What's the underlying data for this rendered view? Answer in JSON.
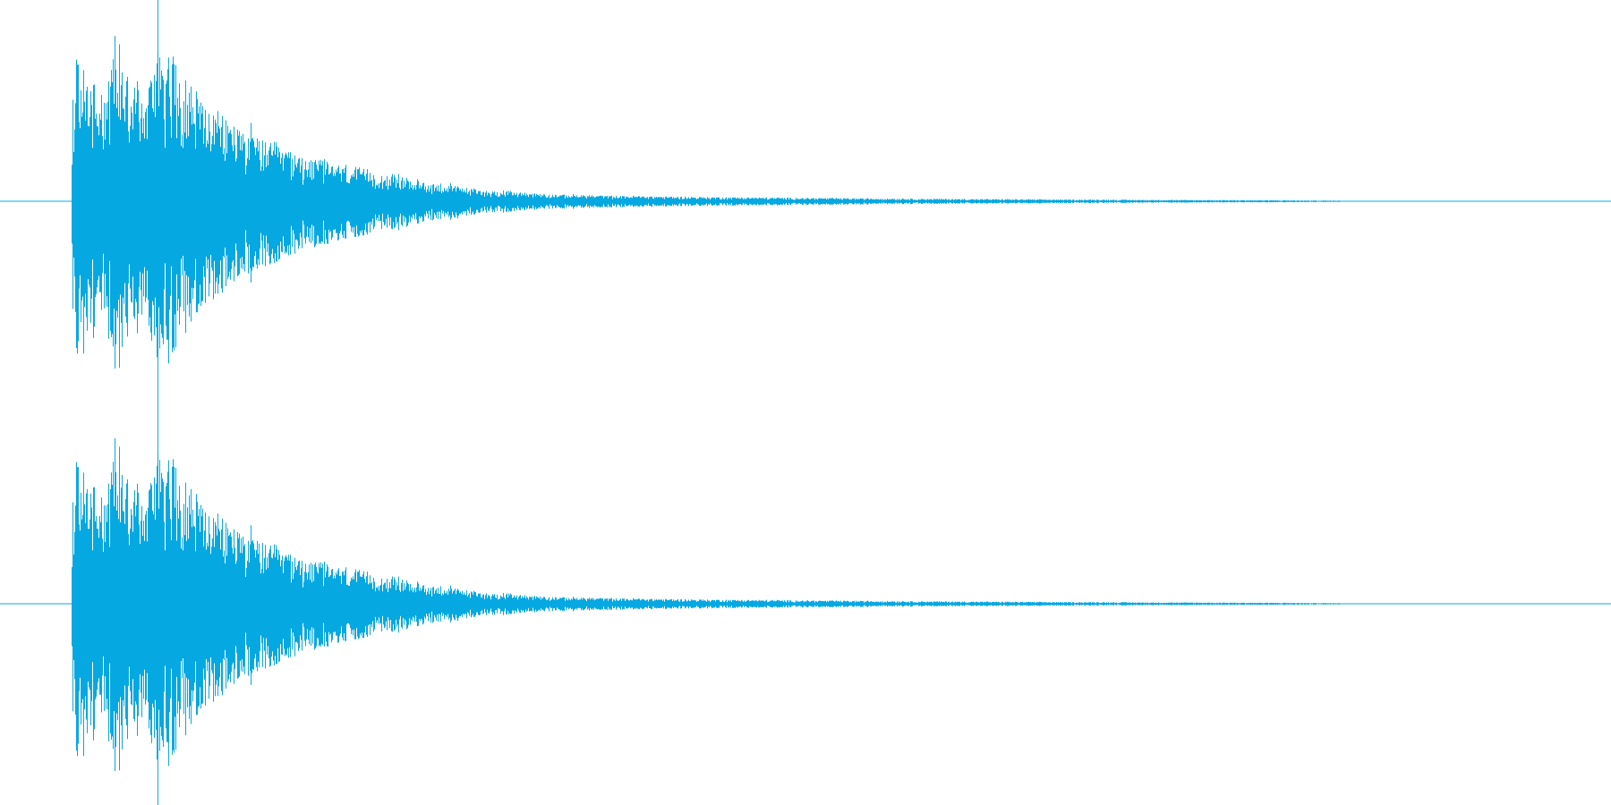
{
  "colors": {
    "background": "#ffffff",
    "waveform": "#06a8e2"
  },
  "chart_data": {
    "type": "area",
    "channels": [
      {
        "channel": 1
      },
      {
        "channel": 2
      }
    ],
    "ylim": [
      -1,
      1
    ],
    "xlim": [
      0,
      1
    ],
    "grid": false,
    "legend": "none",
    "playhead_position": 0.098,
    "envelope_points": [
      {
        "t": 0.0,
        "amp": 0.0
      },
      {
        "t": 0.044,
        "amp": 0.0
      },
      {
        "t": 0.045,
        "amp": 0.55
      },
      {
        "t": 0.048,
        "amp": 0.82
      },
      {
        "t": 0.055,
        "amp": 0.7
      },
      {
        "t": 0.065,
        "amp": 0.6
      },
      {
        "t": 0.072,
        "amp": 0.9
      },
      {
        "t": 0.08,
        "amp": 0.72
      },
      {
        "t": 0.09,
        "amp": 0.55
      },
      {
        "t": 0.098,
        "amp": 0.92
      },
      {
        "t": 0.11,
        "amp": 0.72
      },
      {
        "t": 0.13,
        "amp": 0.5
      },
      {
        "t": 0.16,
        "amp": 0.34
      },
      {
        "t": 0.19,
        "amp": 0.24
      },
      {
        "t": 0.22,
        "amp": 0.18
      },
      {
        "t": 0.26,
        "amp": 0.11
      },
      {
        "t": 0.3,
        "amp": 0.06
      },
      {
        "t": 0.35,
        "amp": 0.035
      },
      {
        "t": 0.42,
        "amp": 0.025
      },
      {
        "t": 0.5,
        "amp": 0.018
      },
      {
        "t": 0.6,
        "amp": 0.012
      },
      {
        "t": 0.7,
        "amp": 0.008
      },
      {
        "t": 0.8,
        "amp": 0.005
      },
      {
        "t": 0.835,
        "amp": 0.003
      },
      {
        "t": 0.836,
        "amp": 0.0
      },
      {
        "t": 1.0,
        "amp": 0.0
      }
    ]
  }
}
